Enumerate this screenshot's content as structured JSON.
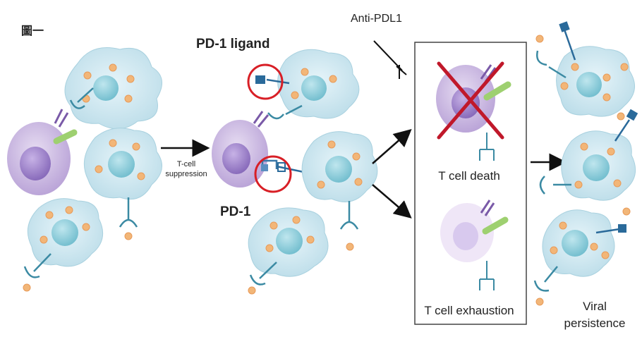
{
  "figure_label": "圖一",
  "labels": {
    "pd1_ligand": "PD-1 ligand",
    "pd1": "PD-1",
    "anti_pdl1": "Anti-PDL1",
    "tcell_suppression": "T-cell suppression",
    "tcell_death": "T cell death",
    "tcell_exhaustion": "T cell exhaustion",
    "viral_persistence": "Viral persistence"
  },
  "colors": {
    "infected_cell": "#cfe8f2",
    "nucleus": "#8ecfdc",
    "virus_particle": "#f0b070",
    "t_cell": "#c9b5e0",
    "t_cell_nucleus": "#9f80c8",
    "receptor_blue": "#2a6a9a",
    "receptor_purple": "#7a5aa8",
    "receptor_green": "#9ed070",
    "highlight_circle": "#d81f26",
    "death_cross": "#c0182a"
  }
}
